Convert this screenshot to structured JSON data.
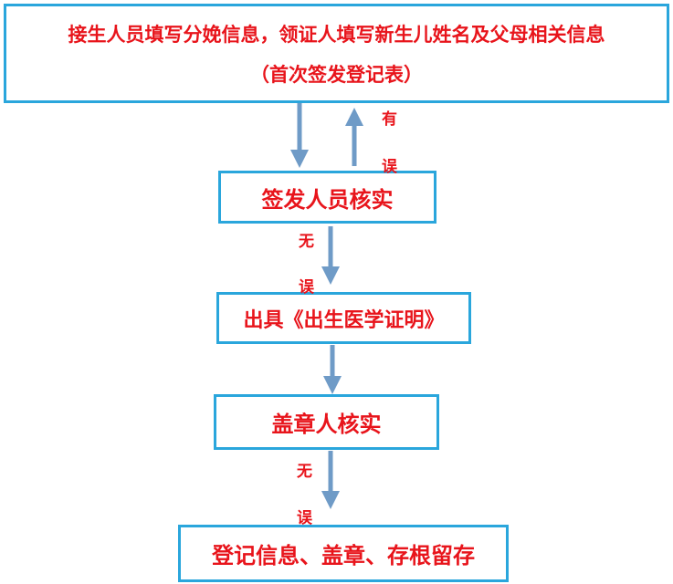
{
  "nodes": {
    "fill_info": {
      "line1": "接生人员填写分娩信息，领证人填写新生儿姓名及父母相关信息",
      "line2": "（首次签发登记表）"
    },
    "verify_issuer": "签发人员核实",
    "issue_cert": "出具《出生医学证明》",
    "verify_stamper": "盖章人核实",
    "register": "登记信息、盖章、存根留存"
  },
  "edge_labels": {
    "error_a": "有",
    "error_b": "误",
    "ok1_a": "无",
    "ok1_b": "误",
    "ok2_a": "无",
    "ok2_b": "误"
  },
  "colors": {
    "box_border": "#2aa6dc",
    "text": "#e8141b",
    "arrow": "#6f9bc7"
  }
}
